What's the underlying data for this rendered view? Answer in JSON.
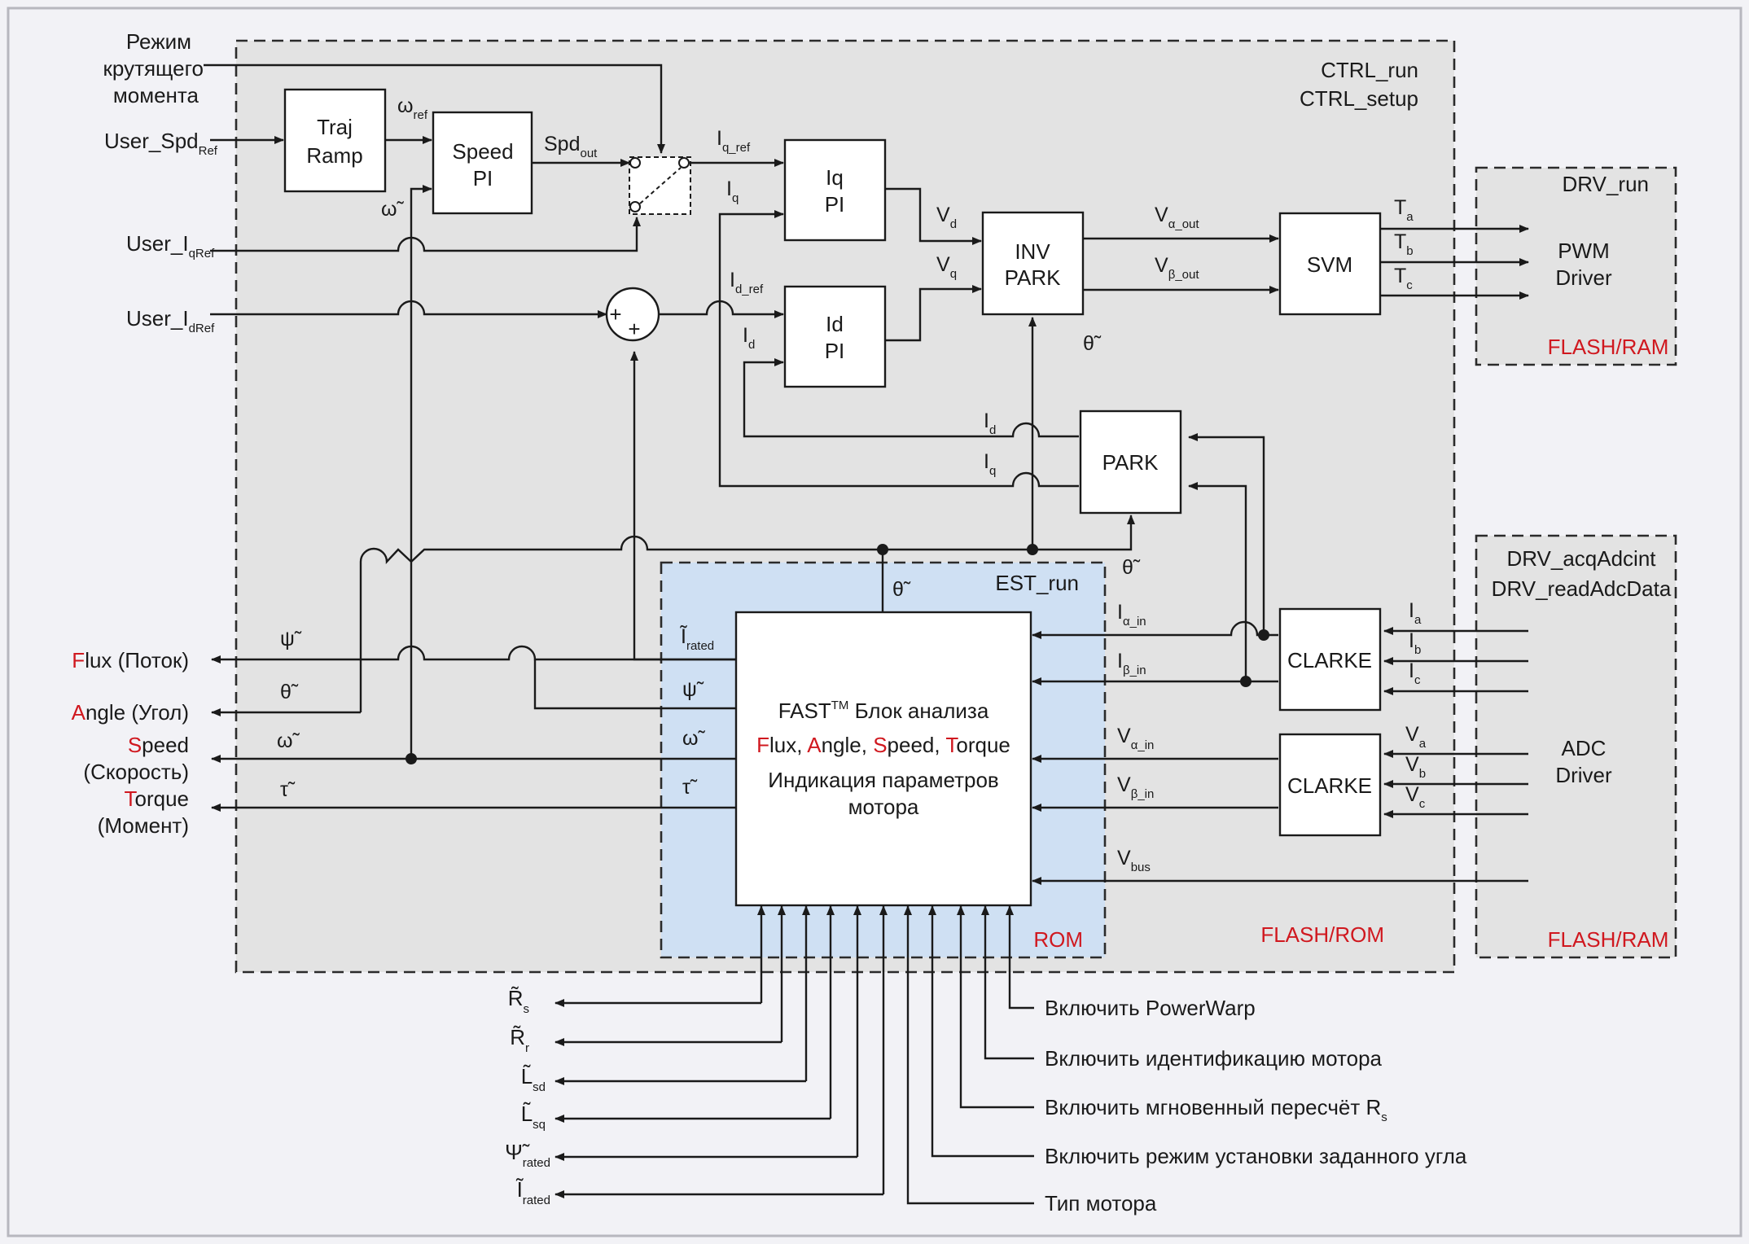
{
  "zones": {
    "ctrl": {
      "line1": "CTRL_run",
      "line2": "CTRL_setup",
      "memory": "FLASH/ROM"
    },
    "est": {
      "title": "EST_run",
      "memory": "ROM"
    },
    "drv_run": {
      "title": "DRV_run",
      "memory": "FLASH/RAM"
    },
    "drv_adc": {
      "line1": "DRV_acqAdcint",
      "line2": "DRV_readAdcData",
      "memory": "FLASH/RAM"
    }
  },
  "blocks": {
    "traj": {
      "line1": "Traj",
      "line2": "Ramp"
    },
    "speed_pi": {
      "line1": "Speed",
      "line2": "PI"
    },
    "iq_pi": {
      "line1": "Iq",
      "line2": "PI"
    },
    "id_pi": {
      "line1": "Id",
      "line2": "PI"
    },
    "inv_park": {
      "line1": "INV",
      "line2": "PARK"
    },
    "svm": {
      "label": "SVM"
    },
    "park": {
      "label": "PARK"
    },
    "clarke_i": {
      "label": "CLARKE"
    },
    "clarke_v": {
      "label": "CLARKE"
    },
    "pwm_driver": {
      "line1": "PWM",
      "line2": "Driver"
    },
    "adc_driver": {
      "line1": "ADC",
      "line2": "Driver"
    },
    "fast": {
      "title": "FAST",
      "title_sup": "TM",
      "title_rest": " Блок анализа",
      "line2_parts": [
        "F",
        "lux, ",
        "A",
        "ngle, ",
        "S",
        "peed, ",
        "T",
        "orque"
      ],
      "line3": "Индикация параметров",
      "line4": "мотора"
    }
  },
  "inputs": {
    "torque_mode": [
      "Режим",
      "крутящего",
      "момента"
    ],
    "user_spd": {
      "main": "User_Spd",
      "sub": "Ref"
    },
    "user_iq": {
      "main": "User_I",
      "sub": "qRef"
    },
    "user_id": {
      "main": "User_I",
      "sub": "dRef"
    }
  },
  "outputs": {
    "flux": {
      "initial": "F",
      "rest": "lux (Поток)"
    },
    "angle": {
      "initial": "A",
      "rest": "ngle (Угол)"
    },
    "speed": {
      "initial": "S",
      "rest": "peed",
      "line2": "(Скорость)"
    },
    "torque": {
      "initial": "T",
      "rest": "orque",
      "line2": "(Момент)"
    }
  },
  "signals": {
    "omega_ref": {
      "main": "ω",
      "sub": "ref"
    },
    "spd_out": {
      "main": "Spd",
      "sub": "out"
    },
    "iq_ref": {
      "main": "I",
      "sub": "q_ref"
    },
    "iq": {
      "main": "I",
      "sub": "q"
    },
    "id_ref": {
      "main": "I",
      "sub": "d_ref"
    },
    "id": {
      "main": "I",
      "sub": "d"
    },
    "vd": {
      "main": "V",
      "sub": "d"
    },
    "vq": {
      "main": "V",
      "sub": "q"
    },
    "v_alpha_out": {
      "main": "V",
      "sub": "α_out"
    },
    "v_beta_out": {
      "main": "V",
      "sub": "β_out"
    },
    "ta": {
      "main": "T",
      "sub": "a"
    },
    "tb": {
      "main": "T",
      "sub": "b"
    },
    "tc": {
      "main": "T",
      "sub": "c"
    },
    "i_alpha_in": {
      "main": "I",
      "sub": "α_in"
    },
    "i_beta_in": {
      "main": "I",
      "sub": "β_in"
    },
    "v_alpha_in": {
      "main": "V",
      "sub": "α_in"
    },
    "v_beta_in": {
      "main": "V",
      "sub": "β_in"
    },
    "v_bus": {
      "main": "V",
      "sub": "bus"
    },
    "ia": {
      "main": "I",
      "sub": "a"
    },
    "ib": {
      "main": "I",
      "sub": "b"
    },
    "ic": {
      "main": "I",
      "sub": "c"
    },
    "va": {
      "main": "V",
      "sub": "a"
    },
    "vb": {
      "main": "V",
      "sub": "b"
    },
    "vc": {
      "main": "V",
      "sub": "c"
    },
    "omega_tilde": "ω̃",
    "theta_tilde": "θ̃",
    "psi_tilde": "ψ̃",
    "tau_tilde": "τ̃",
    "i_rated": {
      "main": "Ĩ",
      "sub": "rated"
    }
  },
  "sum": {
    "plus1": "+",
    "plus2": "+"
  },
  "est_outputs": [
    {
      "main": "R̃",
      "sub": "s"
    },
    {
      "main": "R̃",
      "sub": "r"
    },
    {
      "main": "L̃",
      "sub": "sd"
    },
    {
      "main": "L̃",
      "sub": "sq"
    },
    {
      "main": "Ψ̃",
      "sub": "rated"
    },
    {
      "main": "Ĩ",
      "sub": "rated"
    }
  ],
  "est_inputs": [
    {
      "main": "Включить PowerWarp",
      "sub": ""
    },
    {
      "main": "Включить идентификацию мотора",
      "sub": ""
    },
    {
      "main": "Включить мгновенный пересчёт R",
      "sub": "s"
    },
    {
      "main": "Включить режим установки заданного угла",
      "sub": ""
    },
    {
      "main": "Тип мотора",
      "sub": ""
    }
  ]
}
